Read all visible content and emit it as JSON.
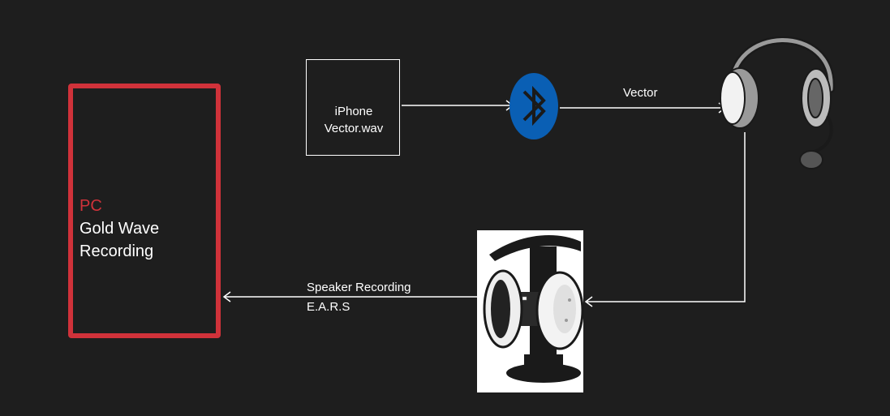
{
  "pc": {
    "label": "PC",
    "line1": "Gold Wave",
    "line2": "Recording"
  },
  "iphone": {
    "line1": "iPhone",
    "line2": "Vector.wav"
  },
  "edges": {
    "bt_to_headset": "Vector",
    "ears_to_pc_line1": "Speaker Recording",
    "ears_to_pc_line2": "E.A.R.S"
  },
  "colors": {
    "background": "#1e1e1e",
    "pc_border": "#d0323a",
    "bluetooth": "#0a5fb4",
    "line": "#ffffff"
  },
  "icons": [
    "bluetooth-icon",
    "headset-icon",
    "ears-device-photo"
  ]
}
